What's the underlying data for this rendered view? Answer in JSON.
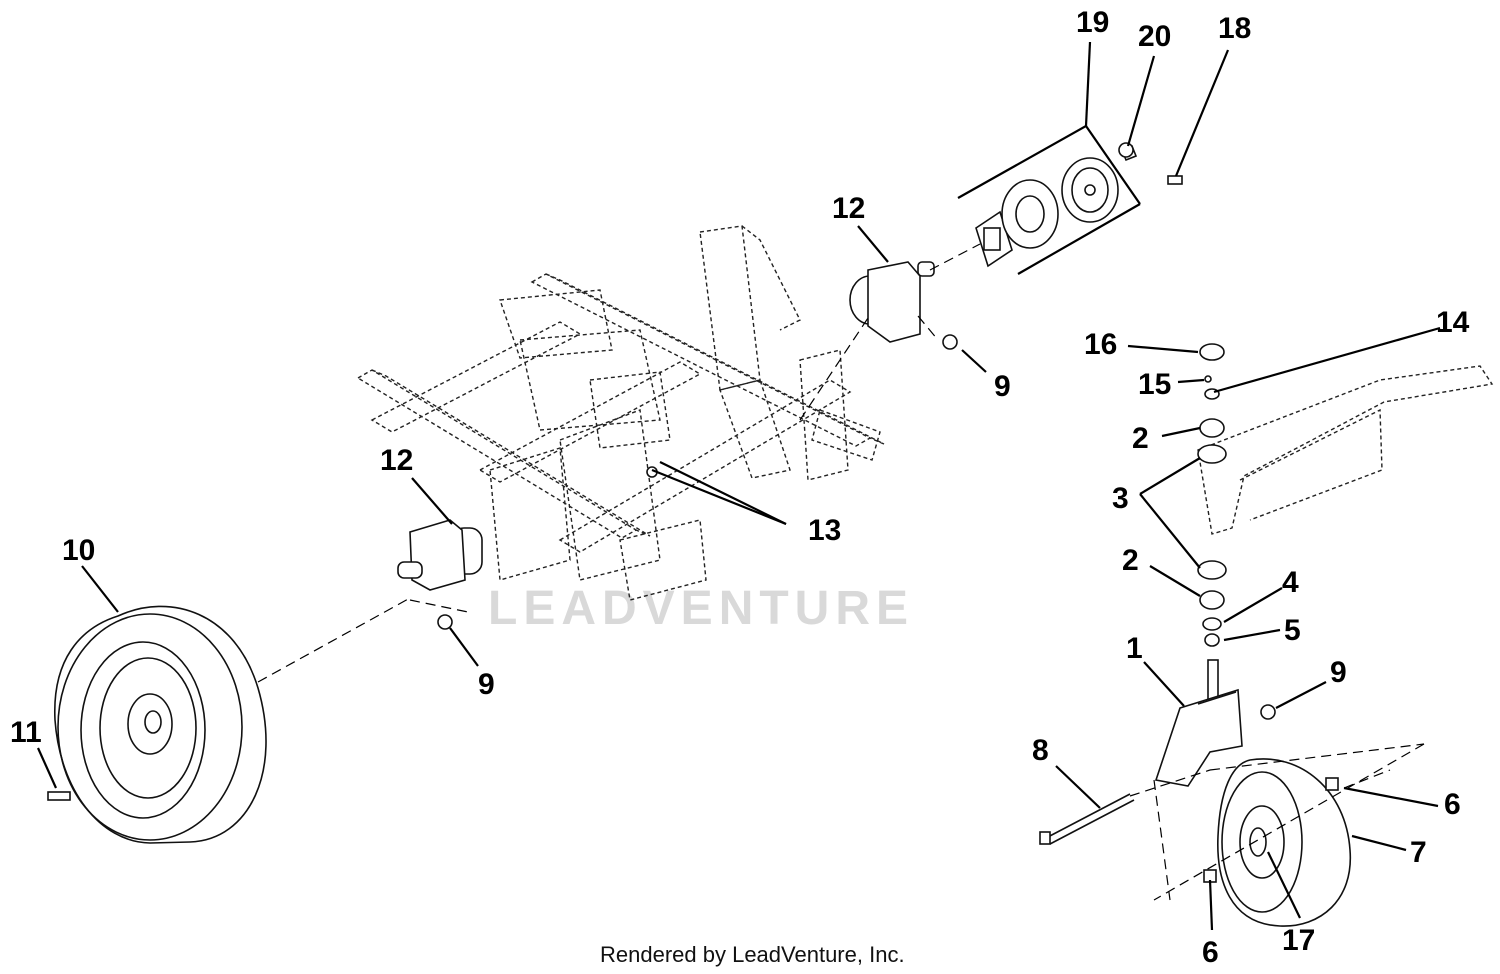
{
  "callouts": {
    "c1": "1",
    "c2a": "2",
    "c2b": "2",
    "c3": "3",
    "c4": "4",
    "c5": "5",
    "c6a": "6",
    "c6b": "6",
    "c7": "7",
    "c8": "8",
    "c9a": "9",
    "c9b": "9",
    "c9c": "9",
    "c10": "10",
    "c11": "11",
    "c12a": "12",
    "c12b": "12",
    "c13": "13",
    "c14": "14",
    "c15": "15",
    "c16": "16",
    "c17": "17",
    "c18": "18",
    "c19": "19",
    "c20": "20"
  },
  "watermark": "LEADVENTURE",
  "footer": "Rendered by LeadVenture, Inc."
}
